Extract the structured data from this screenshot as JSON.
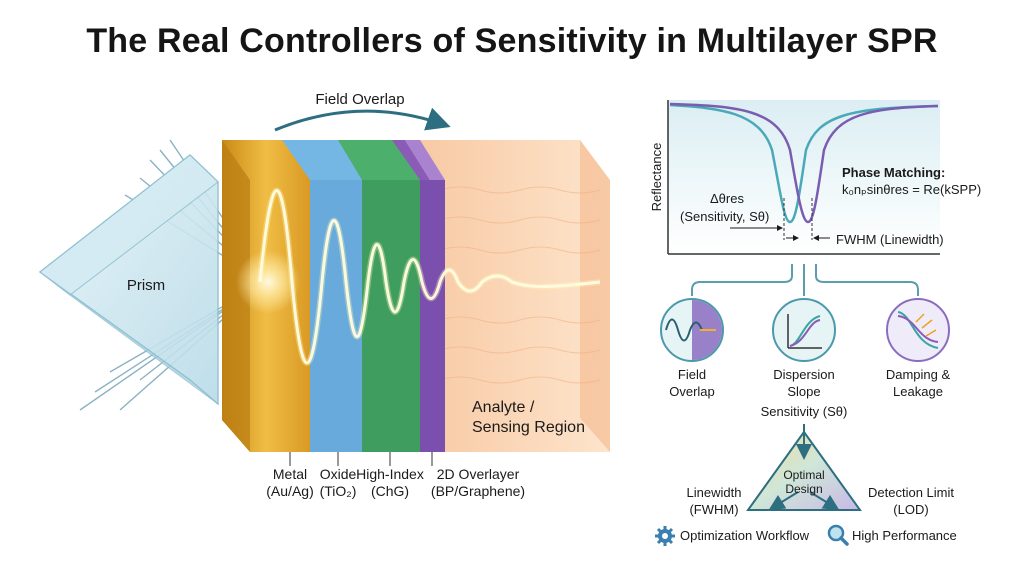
{
  "title": "The Real Controllers of Sensitivity in Multilayer SPR",
  "left_panel": {
    "field_overlap_arrow": "Field Overlap",
    "prism": "Prism",
    "analyte_line1": "Analyte /",
    "analyte_line2": "Sensing Region",
    "layers": [
      {
        "name": "Metal",
        "material": "(Au/Ag)",
        "color": "#e2a52a"
      },
      {
        "name": "Oxide",
        "material": "(TiO₂)",
        "color": "#74b6e4"
      },
      {
        "name": "High-Index",
        "material": "(ChG)",
        "color": "#4caf6c"
      },
      {
        "name": "2D Overlayer",
        "material": "(BP/Graphene)",
        "color": "#8a5cb8"
      }
    ]
  },
  "reflectance_plot": {
    "ylabel": "Reflectance",
    "phase_matching_title": "Phase Matching:",
    "phase_matching_eq": "k₀nₚsinθres = Re(kSPP)",
    "delta_theta": "Δθres",
    "sensitivity_label": "(Sensitivity, Sθ)",
    "fwhm_label": "FWHM (Linewidth)",
    "curve_colors": [
      "#4aa9b8",
      "#7a5cb0"
    ]
  },
  "controllers": [
    {
      "line1": "Field",
      "line2": "Overlap"
    },
    {
      "line1": "Dispersion",
      "line2": "Slope"
    },
    {
      "line1": "Damping &",
      "line2": "Leakage"
    }
  ],
  "tradeoff": {
    "top": "Sensitivity (Sθ)",
    "center_line1": "Optimal",
    "center_line2": "Design",
    "left_line1": "Linewidth",
    "left_line2": "(FWHM)",
    "right_line1": "Detection Limit",
    "right_line2": "(LOD)"
  },
  "legend": [
    {
      "label": "Optimization Workflow",
      "icon": "gear-icon"
    },
    {
      "label": "High Performance",
      "icon": "magnifier-icon"
    }
  ]
}
